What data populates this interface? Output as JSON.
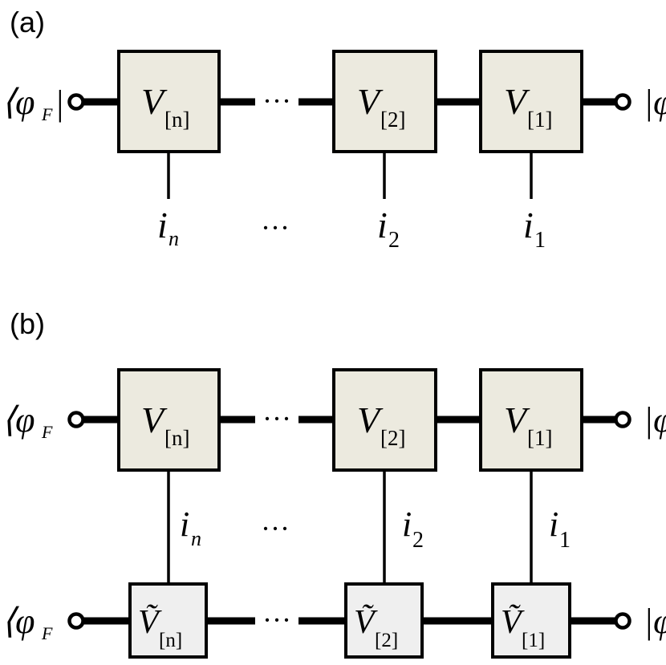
{
  "colors": {
    "upper_box_fill": "#ECEADF",
    "lower_box_fill": "#EFEFEF",
    "line": "#000000"
  },
  "panel_a": {
    "label": "(a)",
    "bra": "⟨φ",
    "bra_subscript": "F",
    "ket": "|φ",
    "tensors": [
      {
        "symbol": "V",
        "index": "[n]"
      },
      {
        "symbol": "V",
        "index": "[2]"
      },
      {
        "symbol": "V",
        "index": "[1]"
      }
    ],
    "physical_indices": [
      {
        "symbol": "i",
        "subscript": "n"
      },
      {
        "symbol": "i",
        "subscript": "2"
      },
      {
        "symbol": "i",
        "subscript": "1"
      }
    ],
    "bond_ellipsis": "···",
    "index_ellipsis": "···"
  },
  "panel_b": {
    "label": "(b)",
    "top_bra": "⟨φ",
    "top_bra_subscript": "F",
    "top_ket": "|φ",
    "bottom_bra": "⟨φ",
    "bottom_bra_subscript": "F",
    "bottom_ket": "|φ",
    "top_tensors": [
      {
        "symbol": "V",
        "index": "[n]"
      },
      {
        "symbol": "V",
        "index": "[2]"
      },
      {
        "symbol": "V",
        "index": "[1]"
      }
    ],
    "bottom_tensors": [
      {
        "symbol": "Ṽ",
        "index": "[n]"
      },
      {
        "symbol": "Ṽ",
        "index": "[2]"
      },
      {
        "symbol": "Ṽ",
        "index": "[1]"
      }
    ],
    "physical_indices": [
      {
        "symbol": "i",
        "subscript": "n"
      },
      {
        "symbol": "i",
        "subscript": "2"
      },
      {
        "symbol": "i",
        "subscript": "1"
      }
    ],
    "top_bond_ellipsis": "···",
    "bottom_bond_ellipsis": "···",
    "index_ellipsis": "···"
  }
}
